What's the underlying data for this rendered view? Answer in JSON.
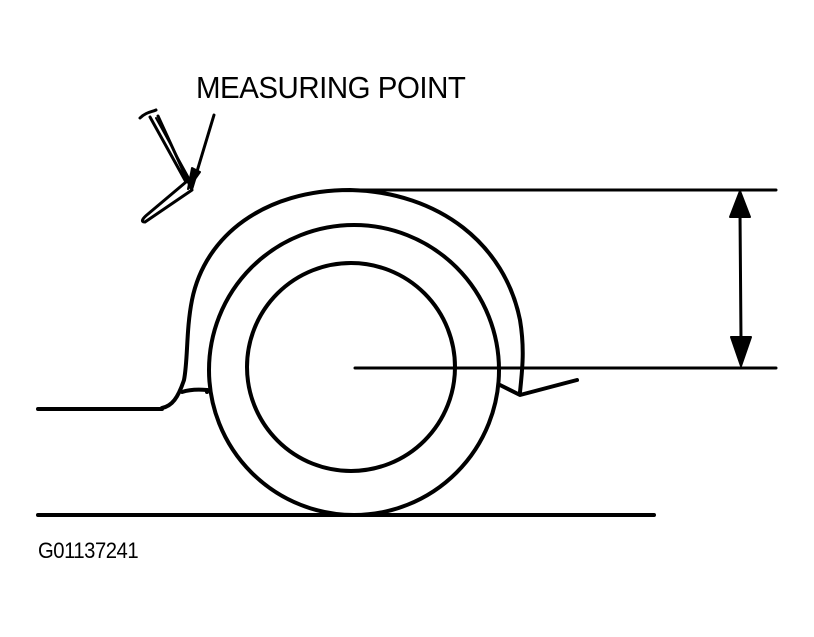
{
  "diagram": {
    "title": "MEASURING POINT",
    "figure_id": "G01137241",
    "colors": {
      "line": "#000000",
      "background": "#ffffff"
    },
    "elements": [
      "measuring-point-label",
      "pointer-arrow",
      "tape-measure-hook",
      "fender-arch",
      "tire-outer",
      "rim",
      "body-sill-line",
      "ground-line",
      "wheel-center-reference-line",
      "arch-top-reference-line",
      "vertical-dimension-arrow"
    ]
  }
}
